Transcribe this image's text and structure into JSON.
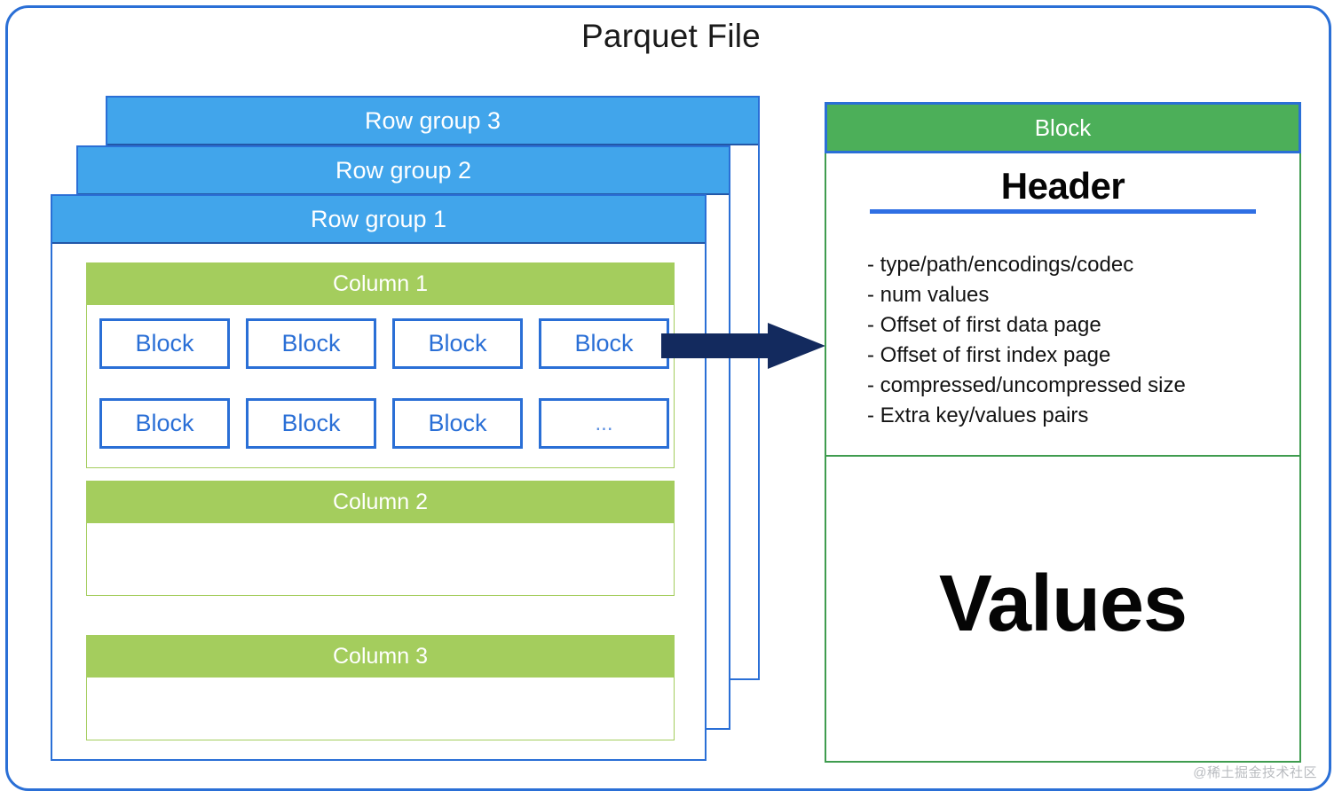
{
  "title": "Parquet File",
  "row_groups": [
    {
      "label": "Row group 3"
    },
    {
      "label": "Row group 2"
    },
    {
      "label": "Row group 1"
    }
  ],
  "columns": [
    {
      "label": "Column 1"
    },
    {
      "label": "Column 2"
    },
    {
      "label": "Column 3"
    }
  ],
  "blocks": [
    {
      "label": "Block"
    },
    {
      "label": "Block"
    },
    {
      "label": "Block"
    },
    {
      "label": "Block"
    },
    {
      "label": "Block"
    },
    {
      "label": "Block"
    },
    {
      "label": "Block"
    },
    {
      "label": "..."
    }
  ],
  "arrow": {
    "icon": "right-arrow-icon"
  },
  "detail_panel": {
    "band_label": "Block",
    "header_label": "Header",
    "header_fields": [
      "- type/path/encodings/codec",
      "- num values",
      "- Offset of first data page",
      "- Offset of first index page",
      "- compressed/uncompressed size",
      "- Extra key/values pairs"
    ],
    "values_label": "Values"
  },
  "watermark": "@稀土掘金技术社区",
  "colors": {
    "frame_blue": "#2a6fd6",
    "rowgroup_blue": "#41a5eb",
    "column_green": "#a4cd5d",
    "block_green": "#4caf59",
    "panel_green": "#3f9c4f",
    "arrow_navy": "#132a5e",
    "rule_blue": "#2f6fe4"
  }
}
